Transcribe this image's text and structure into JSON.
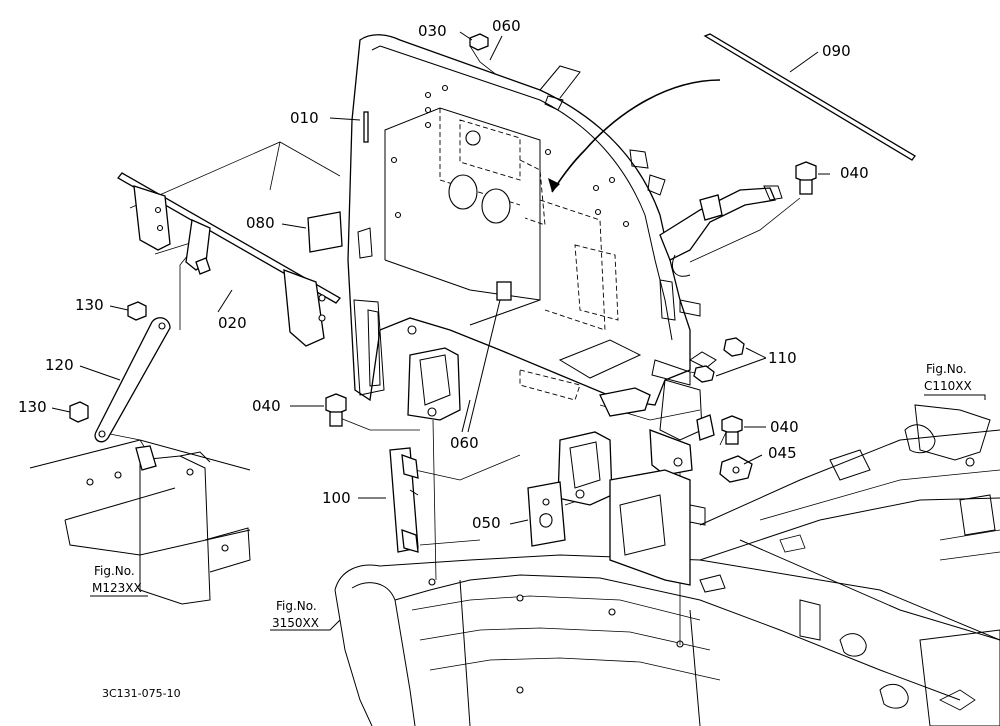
{
  "parts": [
    {
      "id": "030",
      "label": "030"
    },
    {
      "id": "060a",
      "label": "060"
    },
    {
      "id": "090",
      "label": "090"
    },
    {
      "id": "010",
      "label": "010"
    },
    {
      "id": "040a",
      "label": "040"
    },
    {
      "id": "080",
      "label": "080"
    },
    {
      "id": "020",
      "label": "020"
    },
    {
      "id": "130a",
      "label": "130"
    },
    {
      "id": "120",
      "label": "120"
    },
    {
      "id": "130b",
      "label": "130"
    },
    {
      "id": "040b",
      "label": "040"
    },
    {
      "id": "110",
      "label": "110"
    },
    {
      "id": "040c",
      "label": "040"
    },
    {
      "id": "045",
      "label": "045"
    },
    {
      "id": "060b",
      "label": "060"
    },
    {
      "id": "100",
      "label": "100"
    },
    {
      "id": "050",
      "label": "050"
    }
  ],
  "figure_refs": [
    {
      "line1": "Fig.No.",
      "line2": "C110XX"
    },
    {
      "line1": "Fig.No.",
      "line2": "M123XX"
    },
    {
      "line1": "Fig.No.",
      "line2": "3150XX"
    }
  ],
  "drawing_code": "3C131-075-10"
}
